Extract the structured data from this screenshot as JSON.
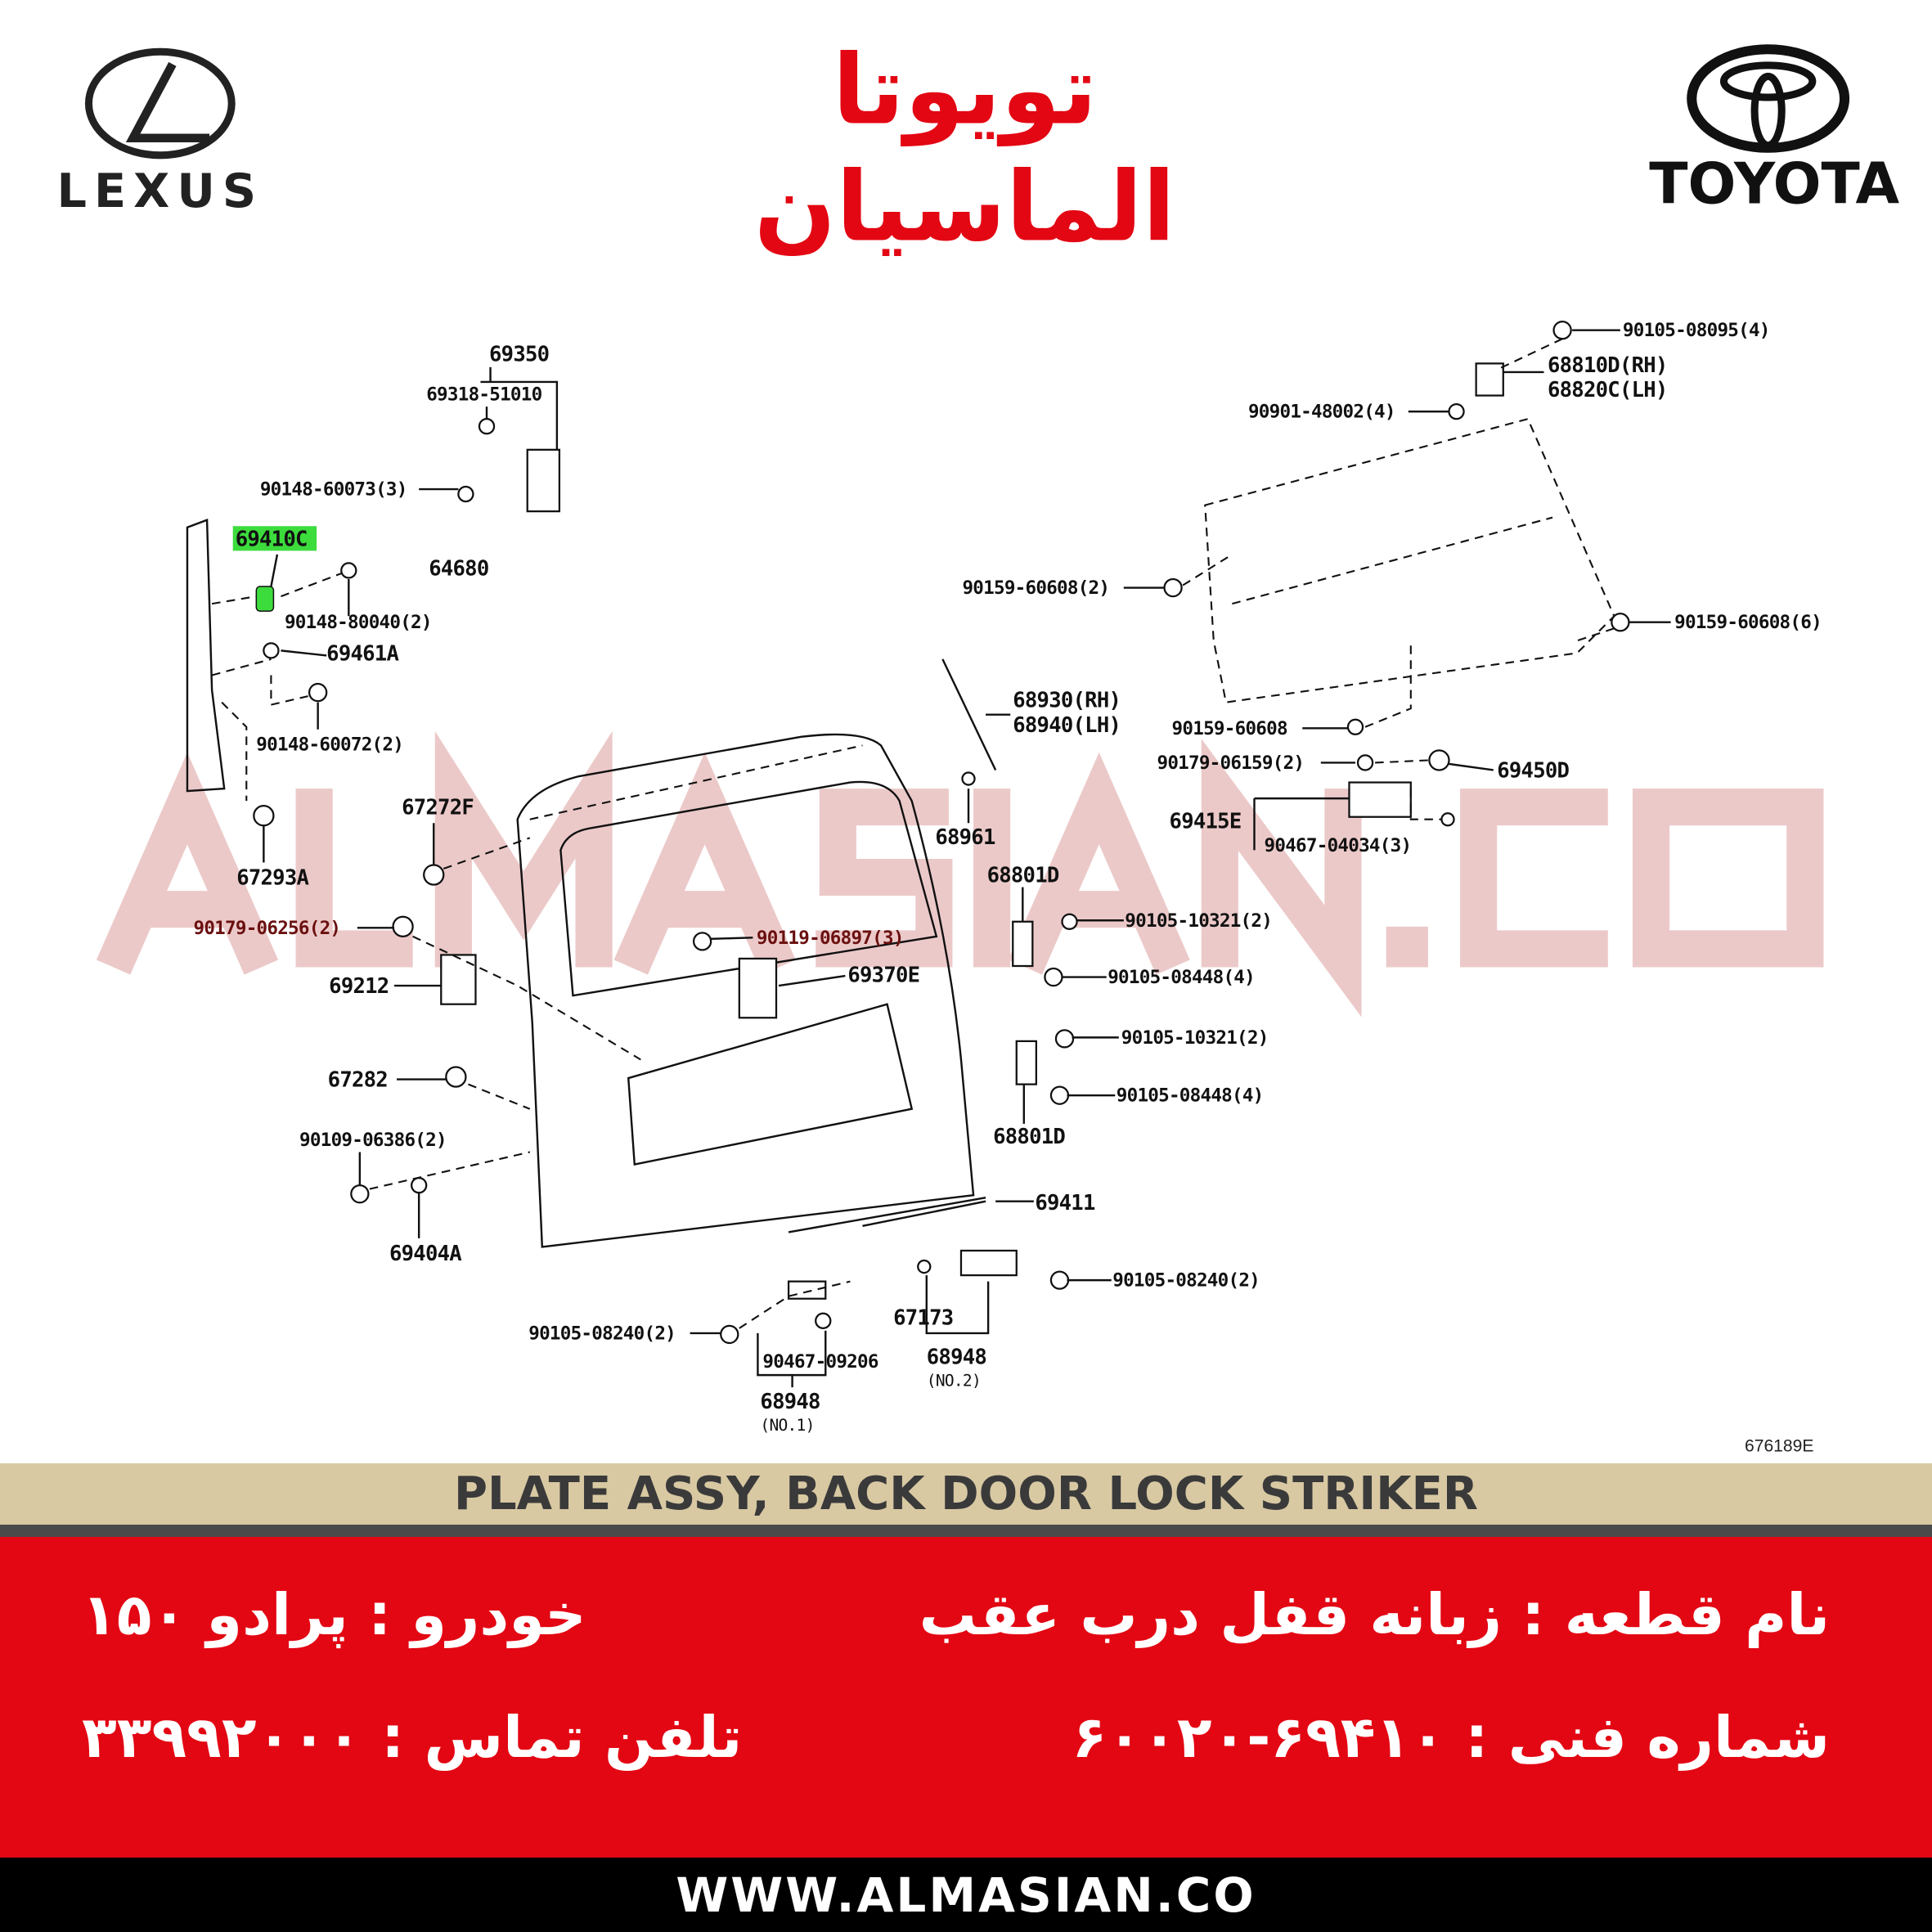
{
  "brand": {
    "left_logo": "LEXUS",
    "right_logo": "TOYOTA",
    "center_logo_line1": "تویوتا",
    "center_logo_line2": "الماسیان",
    "watermark": "ALMASIAN.CO",
    "accent_red": "#e30613"
  },
  "diagram": {
    "highlighted_part": "69410C",
    "highlight_color": "#3ddc3d",
    "code": "676189E",
    "parts": [
      "69350",
      "69318-51010",
      "90148-60073(3)",
      "69410C",
      "64680",
      "90148-80040(2)",
      "69461A",
      "90148-60072(2)",
      "67293A",
      "67272F",
      "90179-06256(2)",
      "69212",
      "67282",
      "90109-06386(2)",
      "69404A",
      "90119-06897(3)",
      "69370E",
      "68930(RH)",
      "68940(LH)",
      "68961",
      "68801D",
      "90105-10321(2)",
      "90105-08448(4)",
      "90105-10321(2)",
      "90105-08448(4)",
      "68801D",
      "69411",
      "90105-08240(2)",
      "67173",
      "68948",
      "(NO.2)",
      "90105-08240(2)",
      "90467-09206",
      "68948",
      "(NO.1)",
      "90105-08095(4)",
      "68810D(RH)",
      "68820C(LH)",
      "90901-48002(4)",
      "90159-60608(2)",
      "90159-60608(6)",
      "90159-60608",
      "90179-06159(2)",
      "69450D",
      "69415E",
      "90467-04034(3)"
    ]
  },
  "info": {
    "title": "PLATE ASSY, BACK DOOR LOCK STRIKER",
    "part_name": "نام قطعه : زبانه قفل درب عقب",
    "vehicle": "خودرو : پرادو ۱۵۰",
    "part_number": "شماره فنی : ۶۹۴۱۰-۶۰۰۲۰",
    "phone": "تلفن تماس : ۳۳۹۹۲۰۰۰",
    "website": "WWW.ALMASIAN.CO"
  }
}
